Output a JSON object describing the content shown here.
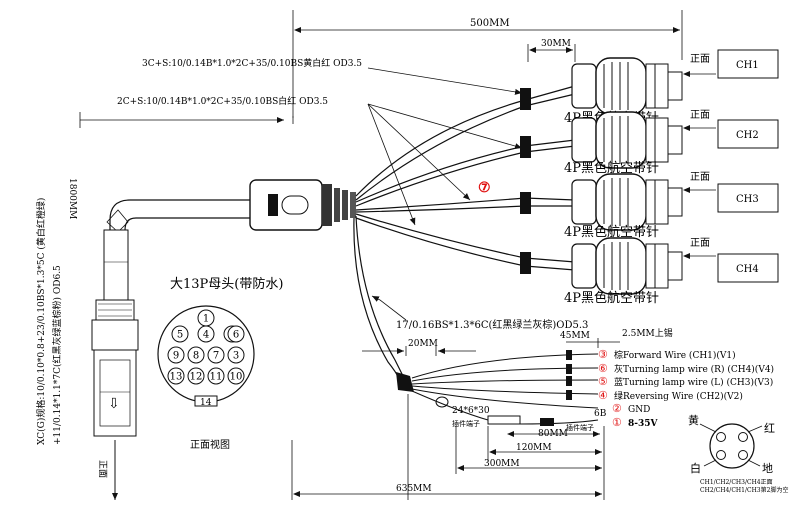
{
  "dims": {
    "top_length": "500MM",
    "conn_30": "30MM",
    "conn_20": "20MM",
    "len_45": "45MM",
    "tin": "2.5MM上锡",
    "len_80": "80MM",
    "len_120": "120MM",
    "len_300": "300MM",
    "len_635": "635MM",
    "len_1800": "1800MM",
    "ring": "24*6*30",
    "six": "6B"
  },
  "cable_specs": {
    "cs1": "3C+S:10/0.14B*1.0*2C+35/0.10BS黄白红 OD3.5",
    "cs2": "2C+S:10/0.14B*1.0*2C+35/0.10BS白红 OD3.5",
    "cs3": "17/0.16BS*1.3*6C(红黑绿兰灰棕)OD5.3",
    "vertical_1": "XC(G)规格:10/0.10*0.8+23/0.10BS*1.3*5C (黄白红橙绿)",
    "vertical_2": "+11/0.14*1.1*7C(红黑灰绿蓝棕粉) OD6.5"
  },
  "connectors": [
    {
      "label": "4P黑色航空带针",
      "channel": "CH1",
      "front": "正面"
    },
    {
      "label": "4P黑色航空带针",
      "channel": "CH2",
      "front": "正面"
    },
    {
      "label": "4P黑色航空带针",
      "channel": "CH3",
      "front": "正面"
    },
    {
      "label": "4P黑色航空带针",
      "channel": "CH4",
      "front": "正面"
    }
  ],
  "marker_7": "⑦",
  "plug": {
    "title": "大13P母头(带防水)",
    "pins": [
      "1",
      "2",
      "3",
      "4",
      "5",
      "6",
      "7",
      "8",
      "9",
      "10",
      "11",
      "12",
      "13"
    ],
    "key": "14",
    "caption": "正面视图",
    "front": "正面",
    "arrow": "⇩"
  },
  "wires": [
    {
      "num": "③",
      "text": "棕Forward Wire (CH1)(V1)"
    },
    {
      "num": "⑥",
      "text": "灰Turning lamp wire (R) (CH4)(V4)"
    },
    {
      "num": "⑤",
      "text": "蓝Turning lamp wire (L) (CH3)(V3)"
    },
    {
      "num": "④",
      "text": "绿Reversing Wire (CH2)(V2)"
    },
    {
      "num": "②",
      "text": "GND"
    },
    {
      "num": "①",
      "text": "8-35V"
    }
  ],
  "fuse_labels": {
    "left": "插件端子",
    "right": "插件端子"
  },
  "pin_diagram": {
    "yellow": "黄",
    "red": "红",
    "white": "白",
    "ground": "地",
    "note1": "CH1/CH2/CH3/CH4正面",
    "note2": "CH2/CH4/CH1/CH3第2脚为空"
  },
  "colors": {
    "red": "#e01010",
    "line": "#111111"
  }
}
